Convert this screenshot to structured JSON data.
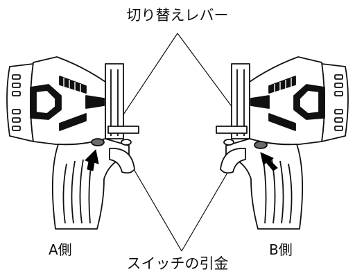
{
  "labels": {
    "lever": "切り替えレバー",
    "trigger": "スイッチの引金",
    "side_a": "A側",
    "side_b": "B側"
  },
  "colors": {
    "ink": "#111111",
    "arrow": "#000000",
    "lever_knob": "#6b6b6b"
  }
}
